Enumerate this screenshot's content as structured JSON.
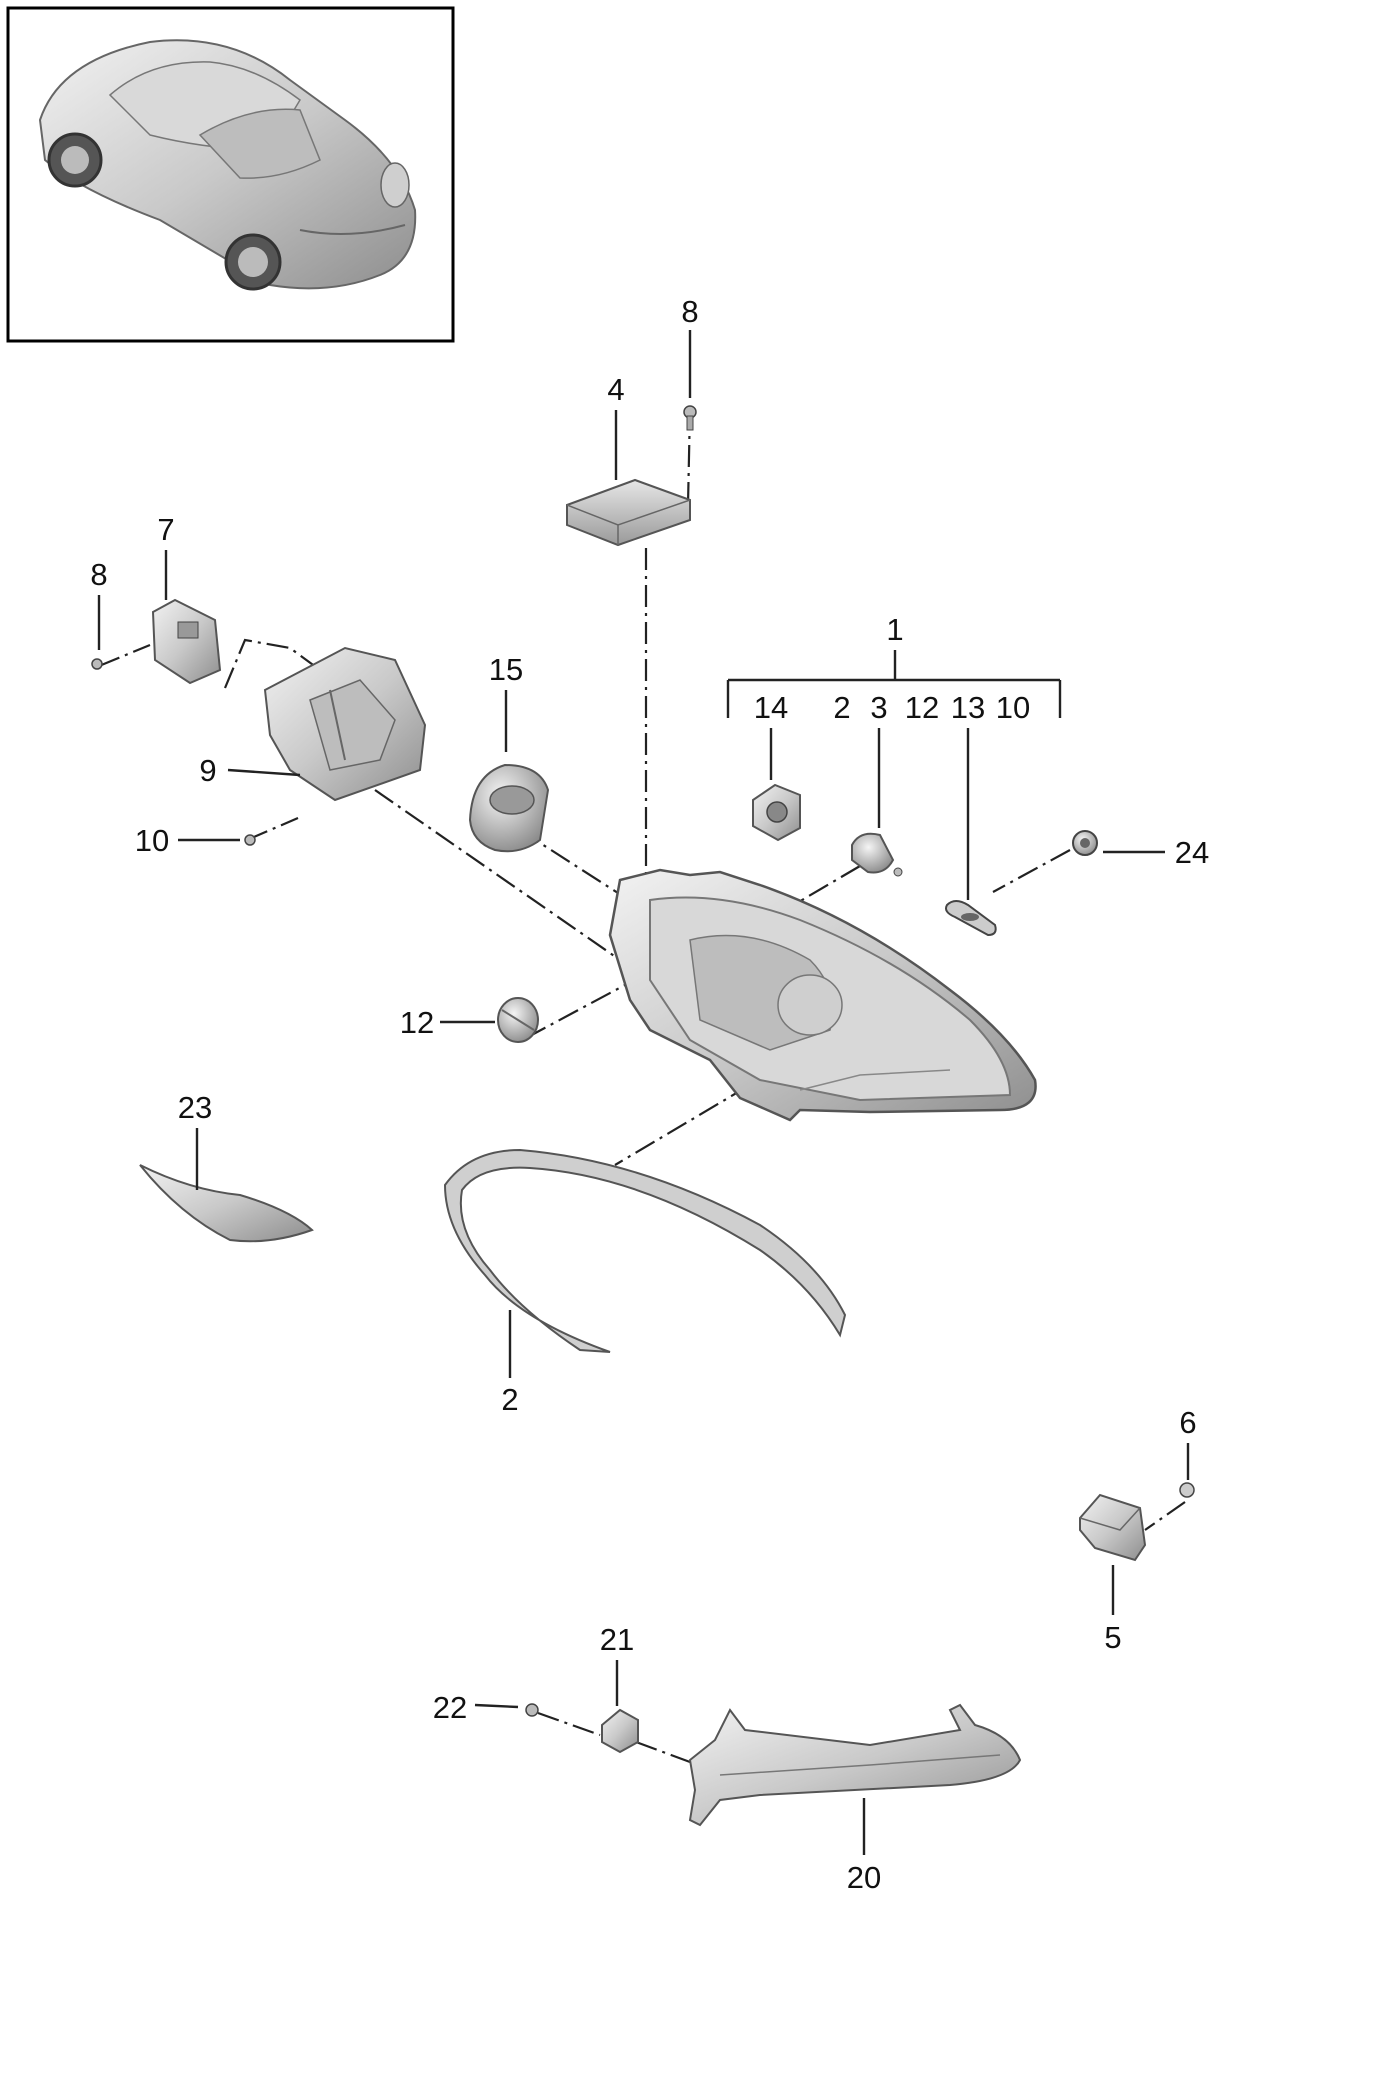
{
  "callouts": {
    "c1": "1",
    "c2_group": "2",
    "c3": "3",
    "c12_group": "12",
    "c13": "13",
    "c10_group": "10",
    "c14": "14",
    "c8_top": "8",
    "c4": "4",
    "c7": "7",
    "c8_left": "8",
    "c15": "15",
    "c9": "9",
    "c10": "10",
    "c24": "24",
    "c12": "12",
    "c23": "23",
    "c2": "2",
    "c6": "6",
    "c5": "5",
    "c21": "21",
    "c22": "22",
    "c20": "20"
  }
}
